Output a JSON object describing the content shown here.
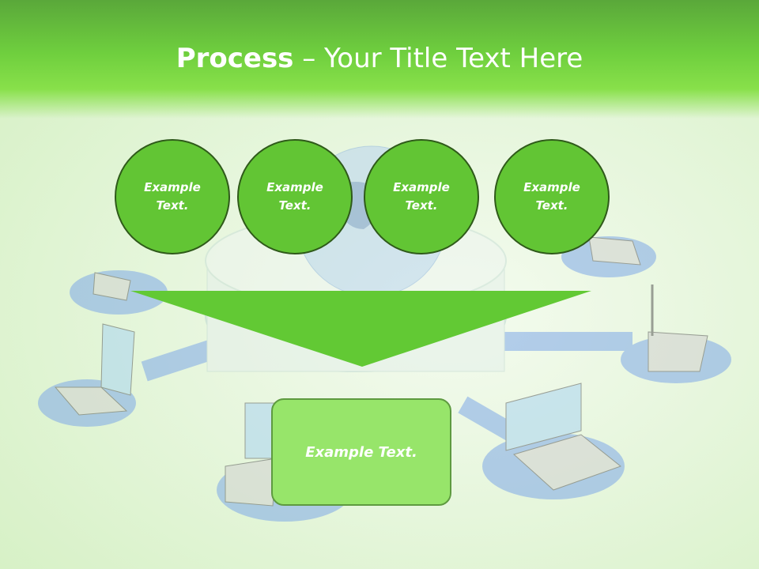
{
  "slide": {
    "title_bold": "Process",
    "title_rest": " – Your Title Text Here",
    "circles": [
      {
        "label": "Example Text."
      },
      {
        "label": "Example Text."
      },
      {
        "label": "Example Text."
      },
      {
        "label": "Example Text."
      }
    ],
    "box_label": "Example Text."
  },
  "colors": {
    "header_green": "#6fcf3e",
    "circle_fill": "#62c534",
    "circle_border": "#2f5a1a",
    "funnel_fill": "#62c934",
    "box_fill": "#97e56a"
  },
  "background_image": {
    "subject": "network of laptops around a globe and server ring",
    "icons": [
      "globe-icon",
      "laptop-icon",
      "server-ring"
    ]
  }
}
